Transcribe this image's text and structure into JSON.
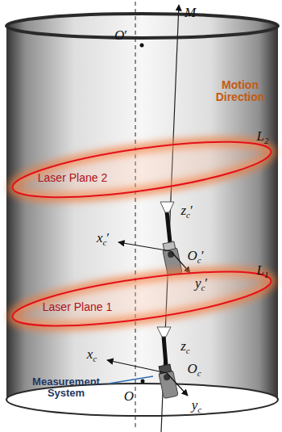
{
  "diagram": {
    "nodes": [
      {
        "text": [
          "Laser Plane 2"
        ]
      },
      {
        "text": [
          "Laser Plane 1"
        ]
      }
    ],
    "labels": [
      "M",
      "O′",
      "Motion Direction",
      "L2",
      "zc′",
      "xc′",
      "Oc′",
      "yc′",
      "L1",
      "zc",
      "xc",
      "Oc",
      "Measurement System",
      "yc",
      "O"
    ]
  }
}
